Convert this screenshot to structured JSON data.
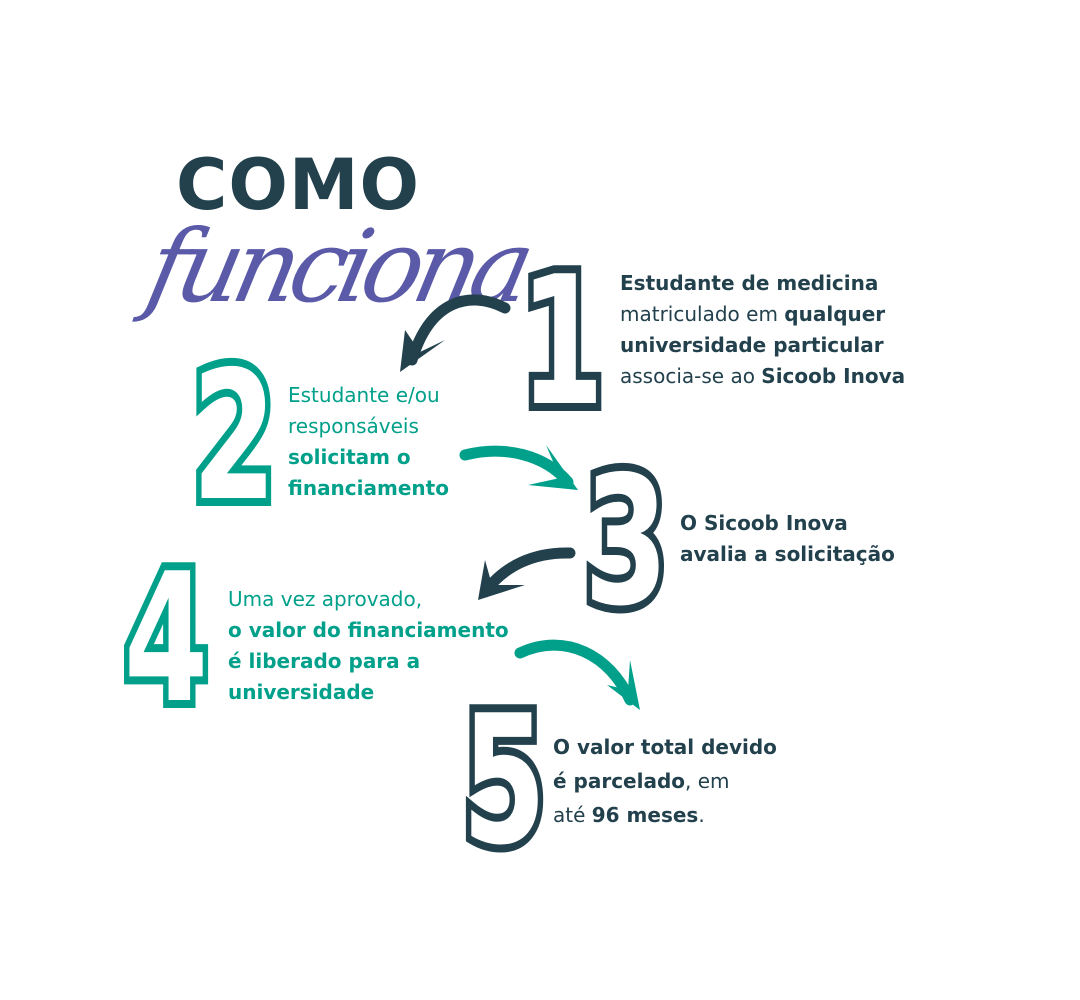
{
  "header": {
    "title": "COMO",
    "subtitle": "funciona"
  },
  "colors": {
    "dark": "#22414d",
    "teal": "#00a08a",
    "purple": "#5a5aa8"
  },
  "steps": [
    {
      "number": "1",
      "lines": [
        [
          "Estudante de medicina",
          ""
        ],
        [
          "",
          "matriculado em ",
          "qualquer"
        ],
        [
          "universidade particular"
        ],
        [
          "",
          "associa-se ao ",
          "Sicoob Inova"
        ]
      ]
    },
    {
      "number": "2",
      "l1": "Estudante e/ou",
      "l2": "responsáveis",
      "l3": "solicitam o",
      "l4": "financiamento"
    },
    {
      "number": "3",
      "l1": "O Sicoob Inova",
      "l2": "avalia a solicitação"
    },
    {
      "number": "4",
      "l1": "Uma vez aprovado,",
      "l2": "o valor do financiamento",
      "l3": "é liberado para a",
      "l4": "universidade"
    },
    {
      "number": "5",
      "l1": "O valor total devido",
      "l2a": "é parcelado",
      "l2b": ", em",
      "l3a": "até ",
      "l3b": "96 meses",
      "l3c": "."
    }
  ],
  "step1": {
    "l1": "Estudante de medicina",
    "l2a": "matriculado em ",
    "l2b": "qualquer",
    "l3": "universidade particular",
    "l4a": "associa-se ao ",
    "l4b": "Sicoob Inova"
  }
}
